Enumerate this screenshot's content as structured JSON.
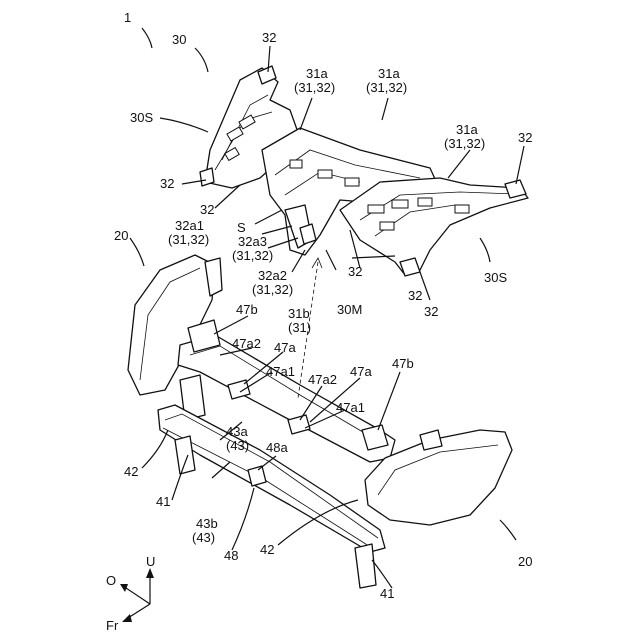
{
  "figure_ref": "1",
  "labels": {
    "l30": "30",
    "l30S_left": "30S",
    "l30S_right": "30S",
    "l30M": "30M",
    "l32_a": "32",
    "l32_b": "32",
    "l32_c": "32",
    "l32_d": "32",
    "l32_e": "32",
    "l32_f": "32",
    "l32_g": "32",
    "l31a_1": "31a",
    "l31a_1b": "(31,32)",
    "l31a_2": "31a",
    "l31a_2b": "(31,32)",
    "l31a_3": "31a",
    "l31a_3b": "(31,32)",
    "lS": "S",
    "l32a1": "32a1",
    "l32a1b": "(31,32)",
    "l32a3": "32a3",
    "l32a3b": "(31,32)",
    "l32a2": "32a2",
    "l32a2b": "(31,32)",
    "l31b": "31b",
    "l31bb": "(31)",
    "l20_left": "20",
    "l20_right": "20",
    "l47b_left": "47b",
    "l47b_right": "47b",
    "l47a2_left": "47a2",
    "l47a_left": "47a",
    "l47a1_left": "47a1",
    "l47a2_right": "47a2",
    "l47a_right": "47a",
    "l47a1_right": "47a1",
    "l43a": "43a",
    "l43ab": "(43)",
    "l48a": "48a",
    "l42_left": "42",
    "l42_right": "42",
    "l41_left": "41",
    "l41_right": "41",
    "l43b": "43b",
    "l43bb": "(43)",
    "l48": "48"
  },
  "axes": {
    "up": "U",
    "outer": "O",
    "front": "Fr"
  }
}
